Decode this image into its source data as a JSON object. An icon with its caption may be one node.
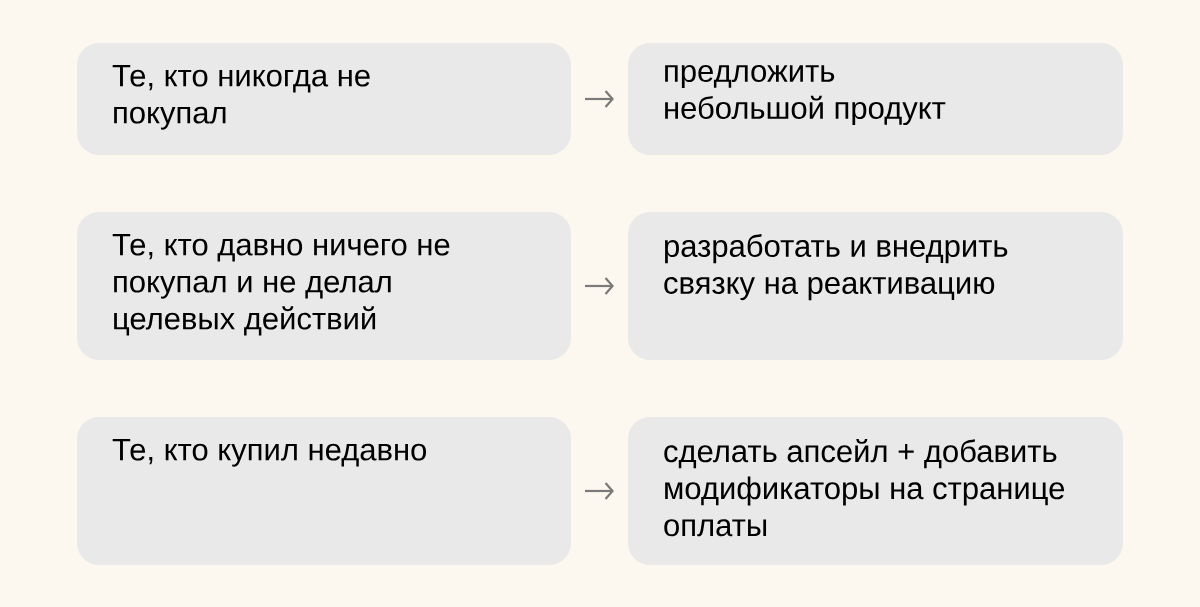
{
  "diagram": {
    "nodes": [
      {
        "text": [
          "Те, кто никогда не покупал"
        ]
      },
      {
        "text": [
          "предложить небольшой продукт"
        ]
      },
      {
        "text": [
          "Те, кто давно ничего не покупал и не делал целевых действий"
        ]
      },
      {
        "text": [
          "разработать и внедрить связку на реактивацию"
        ]
      },
      {
        "text": [
          "Те, кто купил недавно"
        ]
      },
      {
        "text": [
          "сделать апсейл + добавить модификаторы на странице оплаты"
        ]
      }
    ],
    "edges": [
      {
        "from": 0,
        "to": 1,
        "arrow": "to"
      },
      {
        "from": 2,
        "to": 3,
        "arrow": "to"
      },
      {
        "from": 4,
        "to": 5,
        "arrow": "to"
      }
    ]
  }
}
